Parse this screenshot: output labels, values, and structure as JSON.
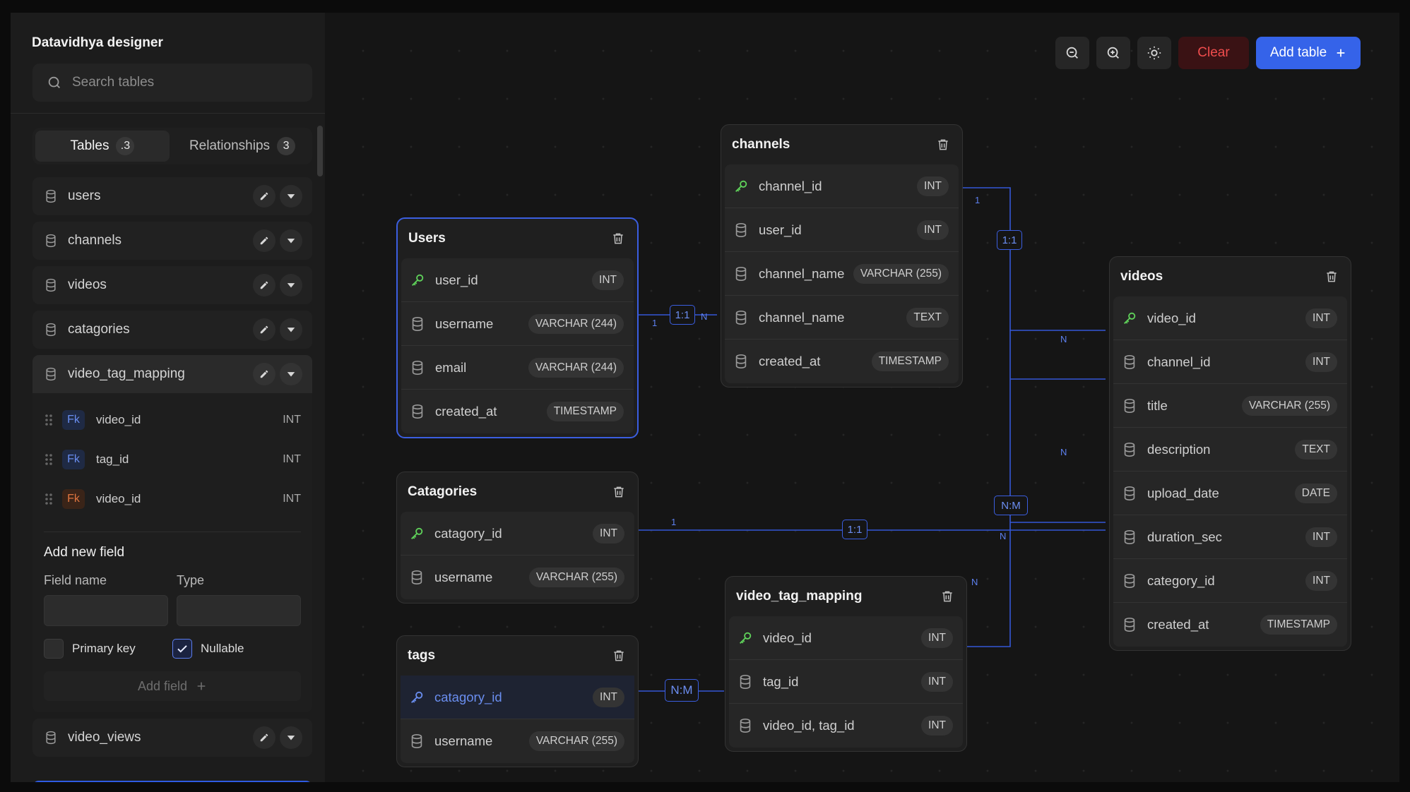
{
  "sidebar": {
    "title": "Datavidhya designer",
    "search_placeholder": "Search tables",
    "tabs": [
      {
        "label": "Tables",
        "count": ".3"
      },
      {
        "label": "Relationships",
        "count": "3"
      }
    ],
    "tables": [
      "users",
      "channels",
      "videos",
      "catagories",
      "video_tag_mapping"
    ],
    "expanded_fields": [
      {
        "tag": "Fk",
        "name": "video_id",
        "type": "INT",
        "color": "#6a8ef0"
      },
      {
        "tag": "Fk",
        "name": "tag_id",
        "type": "INT",
        "color": "#6a8ef0"
      },
      {
        "tag": "Fk",
        "name": "video_id",
        "type": "INT",
        "color": "#e07540"
      }
    ],
    "add_new_field": {
      "heading": "Add new field",
      "field_name_label": "Field name",
      "type_label": "Type",
      "field_name_value": "",
      "type_value": "",
      "primary_key_label": "Primary key",
      "primary_key_checked": false,
      "nullable_label": "Nullable",
      "nullable_checked": true,
      "add_field_label": "Add field"
    },
    "last_table": "video_views"
  },
  "toolbar": {
    "zoom_out_icon": "zoom-out-icon",
    "zoom_in_icon": "zoom-in-icon",
    "theme_icon": "sun-icon",
    "clear_label": "Clear",
    "add_table_label": "Add table"
  },
  "canvas": {
    "users": {
      "title": "Users",
      "rows": [
        {
          "name": "user_id",
          "type": "INT",
          "key": true
        },
        {
          "name": "username",
          "type": "VARCHAR (244)",
          "key": false
        },
        {
          "name": "email",
          "type": "VARCHAR (244)",
          "key": false
        },
        {
          "name": "created_at",
          "type": "TIMESTAMP",
          "key": false
        }
      ]
    },
    "channels": {
      "title": "channels",
      "rows": [
        {
          "name": "channel_id",
          "type": "INT",
          "key": true
        },
        {
          "name": "user_id",
          "type": "INT",
          "key": false
        },
        {
          "name": "channel_name",
          "type": "VARCHAR (255)",
          "key": false
        },
        {
          "name": "channel_name",
          "type": "TEXT",
          "key": false
        },
        {
          "name": "created_at",
          "type": "TIMESTAMP",
          "key": false
        }
      ]
    },
    "videos": {
      "title": "videos",
      "rows": [
        {
          "name": "video_id",
          "type": "INT",
          "key": true
        },
        {
          "name": "channel_id",
          "type": "INT",
          "key": false
        },
        {
          "name": "title",
          "type": "VARCHAR (255)",
          "key": false
        },
        {
          "name": "description",
          "type": "TEXT",
          "key": false
        },
        {
          "name": "upload_date",
          "type": "DATE",
          "key": false
        },
        {
          "name": "duration_sec",
          "type": "INT",
          "key": false
        },
        {
          "name": "category_id",
          "type": "INT",
          "key": false
        },
        {
          "name": "created_at",
          "type": "TIMESTAMP",
          "key": false
        }
      ]
    },
    "catagories": {
      "title": "Catagories",
      "rows": [
        {
          "name": "catagory_id",
          "type": "INT",
          "key": true
        },
        {
          "name": "username",
          "type": "VARCHAR (255)",
          "key": false
        }
      ]
    },
    "tags": {
      "title": "tags",
      "rows": [
        {
          "name": "catagory_id",
          "type": "INT",
          "key": true
        },
        {
          "name": "username",
          "type": "VARCHAR (255)",
          "key": false
        }
      ]
    },
    "video_tag_mapping": {
      "title": "video_tag_mapping",
      "rows": [
        {
          "name": "video_id",
          "type": "INT",
          "key": true
        },
        {
          "name": "tag_id",
          "type": "INT",
          "key": false
        },
        {
          "name": "video_id, tag_id",
          "type": "INT",
          "key": false
        }
      ]
    },
    "relationships": {
      "users_channels": {
        "badge": "1:1",
        "from": "1",
        "to": "N"
      },
      "channels_videos": {
        "badge": "1:1",
        "from": "1",
        "to": "N"
      },
      "catagories_videos": {
        "badge": "1:1",
        "from": "1",
        "to": "N"
      },
      "mapping_videos": {
        "badge": "N:M",
        "from": "N",
        "to": "N"
      },
      "tags_mapping": {
        "badge": "N:M"
      }
    },
    "colors": {
      "accent": "#3563e9",
      "link": "#3b5ee0",
      "key_icon": "#5fd15a",
      "danger": "#ef4d4d"
    }
  }
}
